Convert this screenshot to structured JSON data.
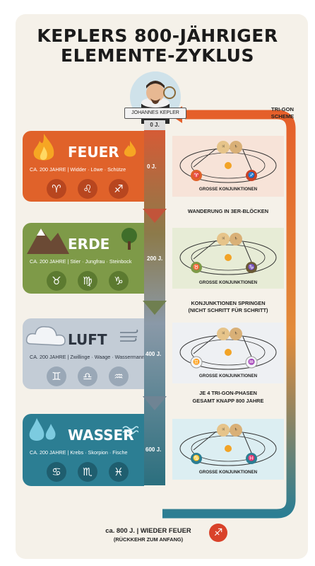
{
  "title_line1": "KEPLERS 800-JÄHRIGER",
  "title_line2": "ELEMENTE-ZYKLUS",
  "portrait_label": "JOHANNES KEPLER",
  "start_label": "0 J.",
  "scheme_line1": "TRI-GON",
  "scheme_line2": "SCHEME",
  "elements": [
    {
      "name": "FEUER",
      "sub": "CA. 200 JAHRE | Widder · Löwe · Schütze",
      "signs": [
        "♈",
        "♌",
        "♐"
      ],
      "age": "0 J."
    },
    {
      "name": "ERDE",
      "sub": "CA. 200 JAHRE | Stier · Jungfrau · Steinbock",
      "signs": [
        "♉",
        "♍",
        "♑"
      ],
      "age": "200 J."
    },
    {
      "name": "LUFT",
      "sub": "CA. 200 JAHRE | Zwillinge · Waage · Wassermann",
      "signs": [
        "♊",
        "♎",
        "♒"
      ],
      "age": "400 J."
    },
    {
      "name": "WASSER",
      "sub": "CA. 200 JAHRE | Krebs · Skorpion · Fische",
      "signs": [
        "♋",
        "♏",
        "♓"
      ],
      "age": "600 J."
    }
  ],
  "planets": [
    "♃",
    "♄"
  ],
  "conj_label": "GROSSE KONJUNKTIONEN",
  "panel_signs": [
    [
      "♈",
      "♐"
    ],
    [
      "♉",
      "♑"
    ],
    [
      "♊",
      "♒"
    ],
    [
      "♋",
      "♓"
    ]
  ],
  "notes": {
    "n1": "WANDERUNG IN 3ER-BLÖCKEN",
    "n2a": "KONJUNKTIONEN SPRINGEN",
    "n2b": "(NICHT SCHRITT FÜR SCHRITT)",
    "n3a": "JE 4 TRI-GON-PHASEN",
    "n3b": "GESAMT KNAPP 800 JAHRE"
  },
  "footer_line1": "ca. 800 J. | WIEDER FEUER",
  "footer_line2": "(RÜCKKEHR ZUM ANFANG)",
  "footer_sign": "♐",
  "colors": {
    "fire": "#e0622a",
    "earth": "#7e9a48",
    "air": "#c3ccd6",
    "water": "#2c7e93",
    "arrow": "#e66a2a"
  }
}
